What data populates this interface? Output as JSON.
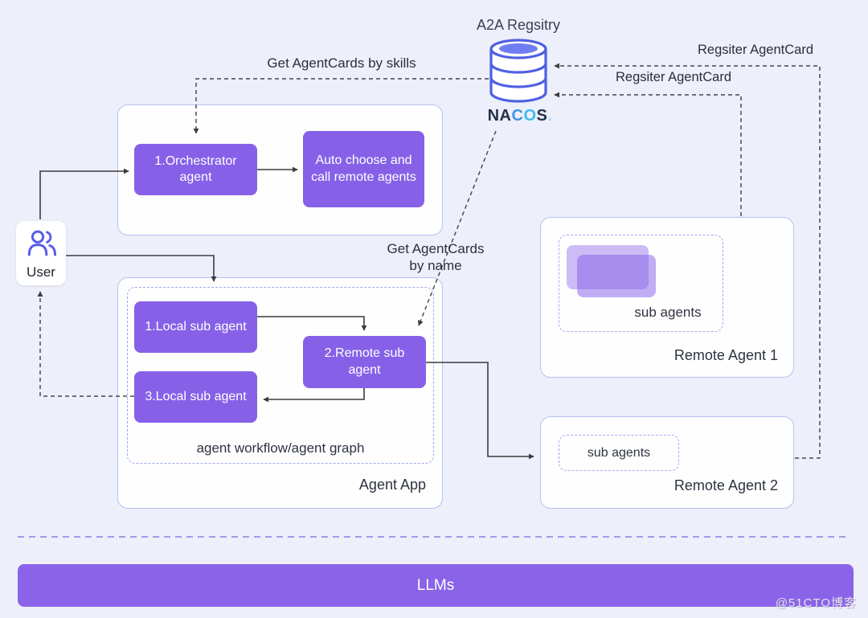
{
  "registry": {
    "title": "A2A Regsitry",
    "logo": {
      "na": "NA",
      "c": "C",
      "o": "O",
      "s": "S",
      "dot": "."
    }
  },
  "edge_labels": {
    "get_by_skills": "Get AgentCards by skills",
    "register_1": "Regsiter AgentCard",
    "register_2": "Regsiter AgentCard",
    "get_by_name_line1": "Get AgentCards",
    "get_by_name_line2": "by name"
  },
  "user": {
    "label": "User"
  },
  "orchestrator_app": {
    "nodes": [
      {
        "label": "1.Orchestrator agent"
      },
      {
        "label": "Auto choose and call remote agents"
      }
    ]
  },
  "agent_app": {
    "label": "Agent App",
    "workflow_caption": "agent workflow/agent graph",
    "nodes": [
      {
        "label": "1.Local sub agent"
      },
      {
        "label": "2.Remote sub agent"
      },
      {
        "label": "3.Local sub agent"
      }
    ]
  },
  "remote_agent_1": {
    "label": "Remote Agent 1",
    "sub_agents": "sub agents"
  },
  "remote_agent_2": {
    "label": "Remote Agent 2",
    "sub_agents": "sub agents"
  },
  "llms": {
    "label": "LLMs"
  },
  "watermark": "@51CTO博客",
  "colors": {
    "background": "#EDEFFA",
    "node_purple": "#8661E8",
    "llms_purple": "#8A63E9",
    "panel_border": "#BAC0F3",
    "dashed_border": "#9DA9F3",
    "db_blue": "#4E60E3",
    "db_top_fill": "#6F7DF2",
    "separator_purple": "#8F7BE5"
  }
}
